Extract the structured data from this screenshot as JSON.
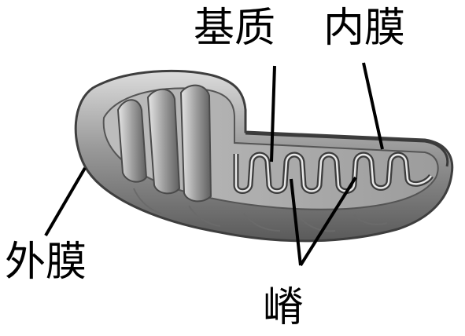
{
  "labels": {
    "matrix": "基质",
    "inner_membrane": "内膜",
    "outer_membrane": "外膜",
    "cristae": "嵴"
  },
  "colors": {
    "text": "#000000",
    "leader": "#000000",
    "membrane_dark": "#4a4a4a",
    "membrane_mid": "#8a8a8a",
    "membrane_light": "#c8c8c8",
    "interior": "#a9a9a9",
    "background": "#ffffff"
  }
}
